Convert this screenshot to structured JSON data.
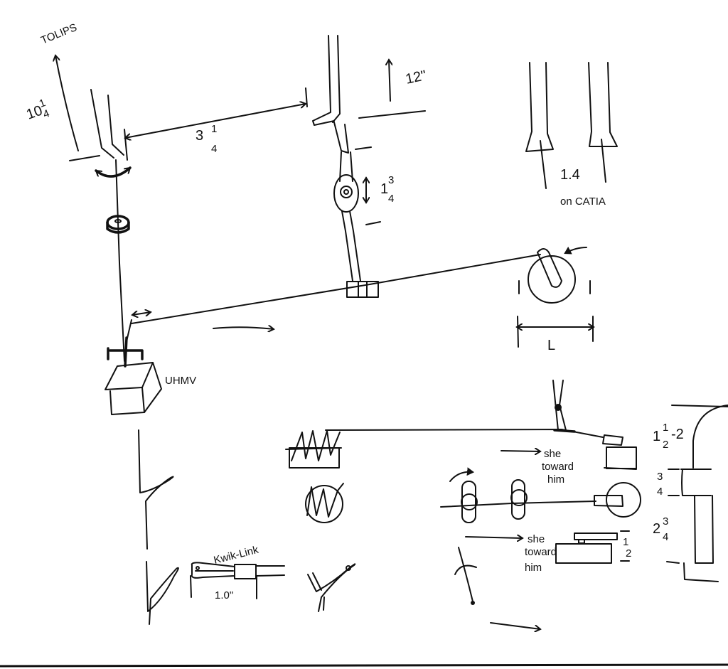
{
  "title_label": "TOLIPS",
  "dimensions": {
    "tolips_height": {
      "whole": "10",
      "num": "1",
      "den": "4"
    },
    "claw_spacing": {
      "whole": "3",
      "num": "1",
      "den": "4"
    },
    "lift": "12\"",
    "turnbuckle": {
      "whole": "1",
      "num": "3",
      "den": "4"
    },
    "catia_value": "1.4",
    "catia_note": "on CATIA",
    "wheel_width": "L",
    "kwik_link_length": "1.0\""
  },
  "labels": {
    "block_material": "UHMV",
    "kwik_link": "Kwik-Link",
    "shoe_note_1": [
      "she",
      "toward",
      "him"
    ],
    "shoe_note_2": [
      "she",
      "toward",
      "him"
    ]
  },
  "right_dims": {
    "top": {
      "whole": "1",
      "num": "1",
      "den": "2",
      "suffix": "-2"
    },
    "middle": {
      "num": "3",
      "den": "4"
    },
    "bottom": {
      "whole": "2",
      "num": "3",
      "den": "4"
    },
    "small": {
      "num": "1",
      "den": "2"
    }
  },
  "colors": {
    "ink": "#111111",
    "paper": "#ffffff"
  }
}
